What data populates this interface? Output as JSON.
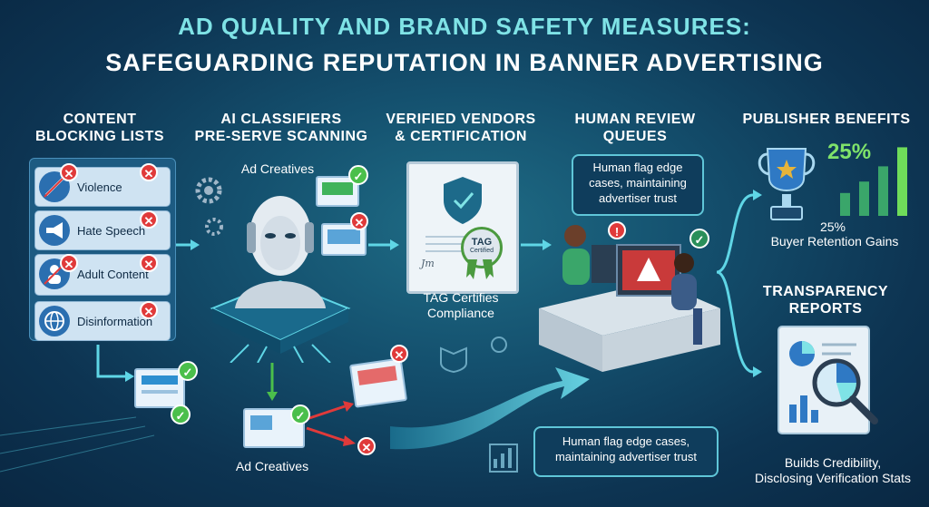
{
  "title": {
    "line1": "AD QUALITY AND BRAND SAFETY MEASURES:",
    "line2": "SAFEGUARDING REPUTATION IN BANNER ADVERTISING"
  },
  "sections": {
    "content_blocking": {
      "heading": [
        "CONTENT",
        "BLOCKING LISTS"
      ],
      "items": [
        "Violence",
        "Hate Speech",
        "Adult Content",
        "Disinformation"
      ]
    },
    "ai_classifiers": {
      "heading": [
        "AI CLASSIFIERS",
        "PRE-SERVE SCANNING"
      ],
      "top_label": "Ad Creatives",
      "bottom_label": "Ad Creatives"
    },
    "verified_vendors": {
      "heading": [
        "VERIFIED VENDORS",
        "& CERTIFICATION"
      ],
      "badge_text": "TAG",
      "badge_sub": "Certified",
      "signature": "Jm",
      "caption": [
        "TAG Certifies",
        "Compliance"
      ]
    },
    "human_review": {
      "heading": [
        "HUMAN REVIEW",
        "QUEUES"
      ],
      "bubble_top": [
        "Human flag edge",
        "cases, maintaining",
        "advertiser trust"
      ],
      "bubble_bottom": [
        "Human flag edge cases,",
        "maintaining advertiser trust"
      ]
    },
    "publisher_benefits": {
      "heading": "PUBLISHER BENEFITS",
      "stat": "25%",
      "stat_small": "25%",
      "caption": "Buyer Retention Gains",
      "bar_levels": [
        0.3,
        0.45,
        0.65,
        0.9
      ]
    },
    "transparency": {
      "heading": [
        "TRANSPARENCY",
        "REPORTS"
      ],
      "caption": [
        "Builds Credibility,",
        "Disclosing Verification Stats"
      ]
    }
  },
  "colors": {
    "accent_teal": "#7fe3e6",
    "arrow": "#5fd6e6",
    "danger": "#e03a3a",
    "ok": "#4bbf4b",
    "gold": "#e7b43a"
  }
}
